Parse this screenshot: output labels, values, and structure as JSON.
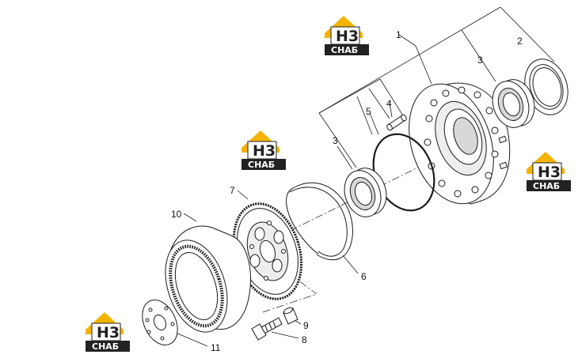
{
  "diagram": {
    "type": "exploded-parts-view",
    "callouts": [
      "1",
      "2",
      "3",
      "3",
      "4",
      "5",
      "6",
      "7",
      "8",
      "9",
      "10",
      "11"
    ]
  },
  "watermark": {
    "big_letters": "H3",
    "small_letters": "СНАБ",
    "color_yellow": "#f4b400",
    "color_dark": "#222222"
  },
  "colors": {
    "line": "#1a1a1a",
    "part_fill": "#ffffff",
    "shade": "#d8d8d8"
  }
}
